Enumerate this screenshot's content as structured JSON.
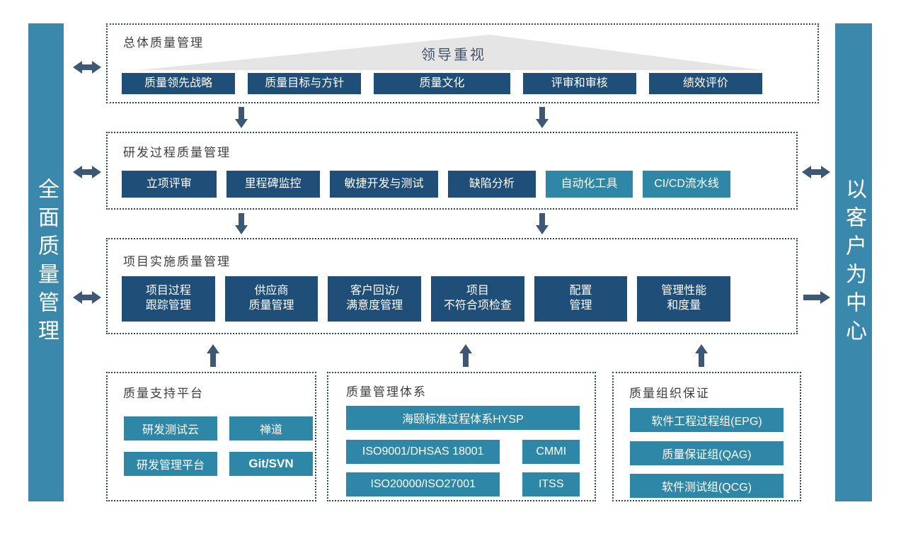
{
  "colors": {
    "dark_blue": "#1f4e79",
    "teal": "#2f87a8",
    "bar_teal": "#3a89ac",
    "arrow": "#3d5875",
    "border_dotted": "#24496b",
    "banner_gray": "#e5e5e5",
    "banner_text": "#44546a",
    "title_text": "#3f3f3f"
  },
  "left_bar": {
    "label": "全面质量管理"
  },
  "right_bar": {
    "label": "以客户为中心"
  },
  "sections": {
    "total": {
      "title": "总体质量管理",
      "banner": "领导重视",
      "buttons": [
        "质量领先战略",
        "质量目标与方针",
        "质量文化",
        "评审和审核",
        "绩效评价"
      ]
    },
    "rd": {
      "title": "研发过程质量管理",
      "buttons": [
        "立项评审",
        "里程碑监控",
        "敏捷开发与测试",
        "缺陷分析",
        "自动化工具",
        "CI/CD流水线"
      ]
    },
    "project": {
      "title": "项目实施质量管理",
      "buttons": [
        {
          "line1": "项目过程",
          "line2": "跟踪管理"
        },
        {
          "line1": "供应商",
          "line2": "质量管理"
        },
        {
          "line1": "客户回访/",
          "line2": "满意度管理"
        },
        {
          "line1": "项目",
          "line2": "不符合项检查"
        },
        {
          "line1": "配置",
          "line2": "管理"
        },
        {
          "line1": "管理性能",
          "line2": "和度量"
        }
      ]
    },
    "platform": {
      "title": "质量支持平台",
      "buttons": [
        "研发测试云",
        "禅道",
        "研发管理平台",
        "Git/SVN"
      ]
    },
    "system": {
      "title": "质量管理体系",
      "wide_button": "海颐标准过程体系HYSP",
      "rows": [
        [
          "ISO9001/DHSAS 18001",
          "CMMI"
        ],
        [
          "ISO20000/ISO27001",
          "ITSS"
        ]
      ]
    },
    "org": {
      "title": "质量组织保证",
      "buttons": [
        "软件工程过程组(EPG)",
        "质量保证组(QAG)",
        "软件测试组(QCG)"
      ]
    }
  }
}
